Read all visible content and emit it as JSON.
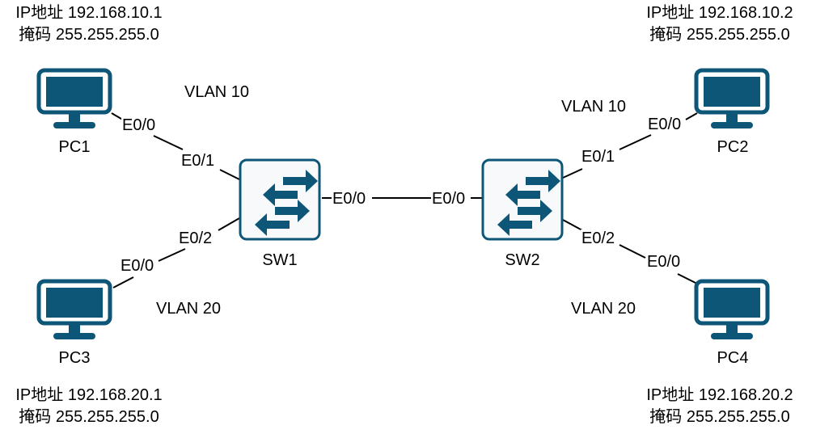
{
  "diagram": {
    "colors": {
      "icon": "#0e5678",
      "switch_fill": "#f7f9fa",
      "link": "#000000"
    },
    "pcs": [
      {
        "name": "PC1",
        "ip_label": "IP地址",
        "ip": "192.168.10.1",
        "mask_label": "掩码",
        "mask": "255.255.255.0"
      },
      {
        "name": "PC2",
        "ip_label": "IP地址",
        "ip": "192.168.10.2",
        "mask_label": "掩码",
        "mask": "255.255.255.0"
      },
      {
        "name": "PC3",
        "ip_label": "IP地址",
        "ip": "192.168.20.1",
        "mask_label": "掩码",
        "mask": "255.255.255.0"
      },
      {
        "name": "PC4",
        "ip_label": "IP地址",
        "ip": "192.168.20.2",
        "mask_label": "掩码",
        "mask": "255.255.255.0"
      }
    ],
    "switches": [
      {
        "name": "SW1"
      },
      {
        "name": "SW2"
      }
    ],
    "vlans": [
      {
        "label": "VLAN 10"
      },
      {
        "label": "VLAN 10"
      },
      {
        "label": "VLAN 20"
      },
      {
        "label": "VLAN 20"
      }
    ],
    "links": [
      {
        "from": "PC1",
        "from_port": "E0/0",
        "to": "SW1",
        "to_port": "E0/1"
      },
      {
        "from": "PC3",
        "from_port": "E0/0",
        "to": "SW1",
        "to_port": "E0/2"
      },
      {
        "from": "SW1",
        "from_port": "E0/0",
        "to": "SW2",
        "to_port": "E0/0"
      },
      {
        "from": "SW2",
        "from_port": "E0/1",
        "to": "PC2",
        "to_port": "E0/0"
      },
      {
        "from": "SW2",
        "from_port": "E0/2",
        "to": "PC4",
        "to_port": "E0/0"
      }
    ]
  }
}
